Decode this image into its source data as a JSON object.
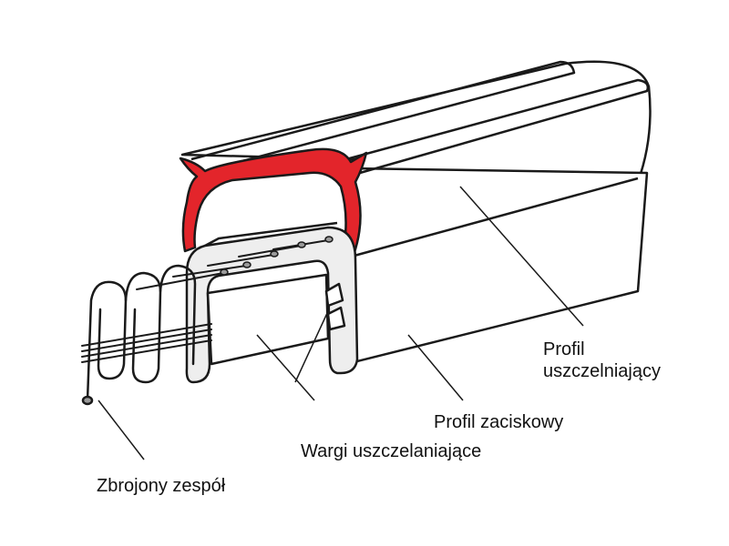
{
  "labels": {
    "sealing_profile_line1": "Profil",
    "sealing_profile_line2": "uszczelniający",
    "clamping_profile": "Profil zaciskowy",
    "sealing_lips": "Wargi uszczelaniające",
    "reinforced_core": "Zbrojony zespół"
  },
  "colors": {
    "seal_highlight": "#e3252b",
    "outline": "#1a1a1a",
    "profile_fill": "#ffffff",
    "clamp_fill": "#eeeeee",
    "wire_fill": "#9a9a9a"
  }
}
